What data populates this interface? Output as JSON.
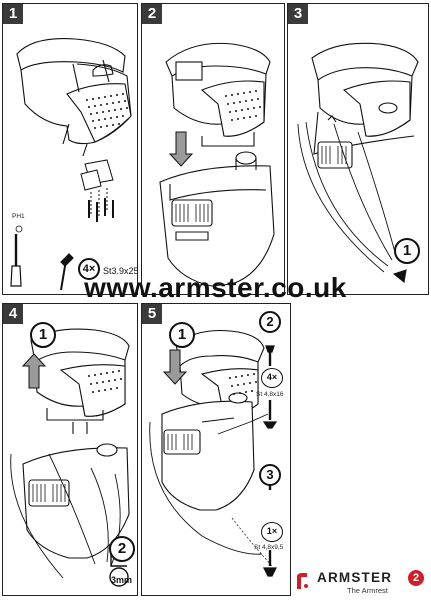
{
  "steps": [
    {
      "number": "1"
    },
    {
      "number": "2"
    },
    {
      "number": "3"
    },
    {
      "number": "4"
    },
    {
      "number": "5"
    }
  ],
  "step1": {
    "tool_label": "PH1",
    "quantity": "4×",
    "screw_spec": "St3.9x25"
  },
  "step3": {
    "callout": "1"
  },
  "step4": {
    "callout_1": "1",
    "callout_2": "2",
    "drill_size": "3mm"
  },
  "step5": {
    "callout_1": "1",
    "callout_2": "2",
    "qty_2": "4×",
    "spec_2": "St 4,8x16",
    "callout_3": "3",
    "qty_3": "1×",
    "spec_3": "St 4,8x9,5"
  },
  "website": "www.armster.co.uk",
  "brand": {
    "name": "ARMSTER",
    "model": "2",
    "tagline": "The Armrest",
    "accent_color": "#d11f2a"
  }
}
